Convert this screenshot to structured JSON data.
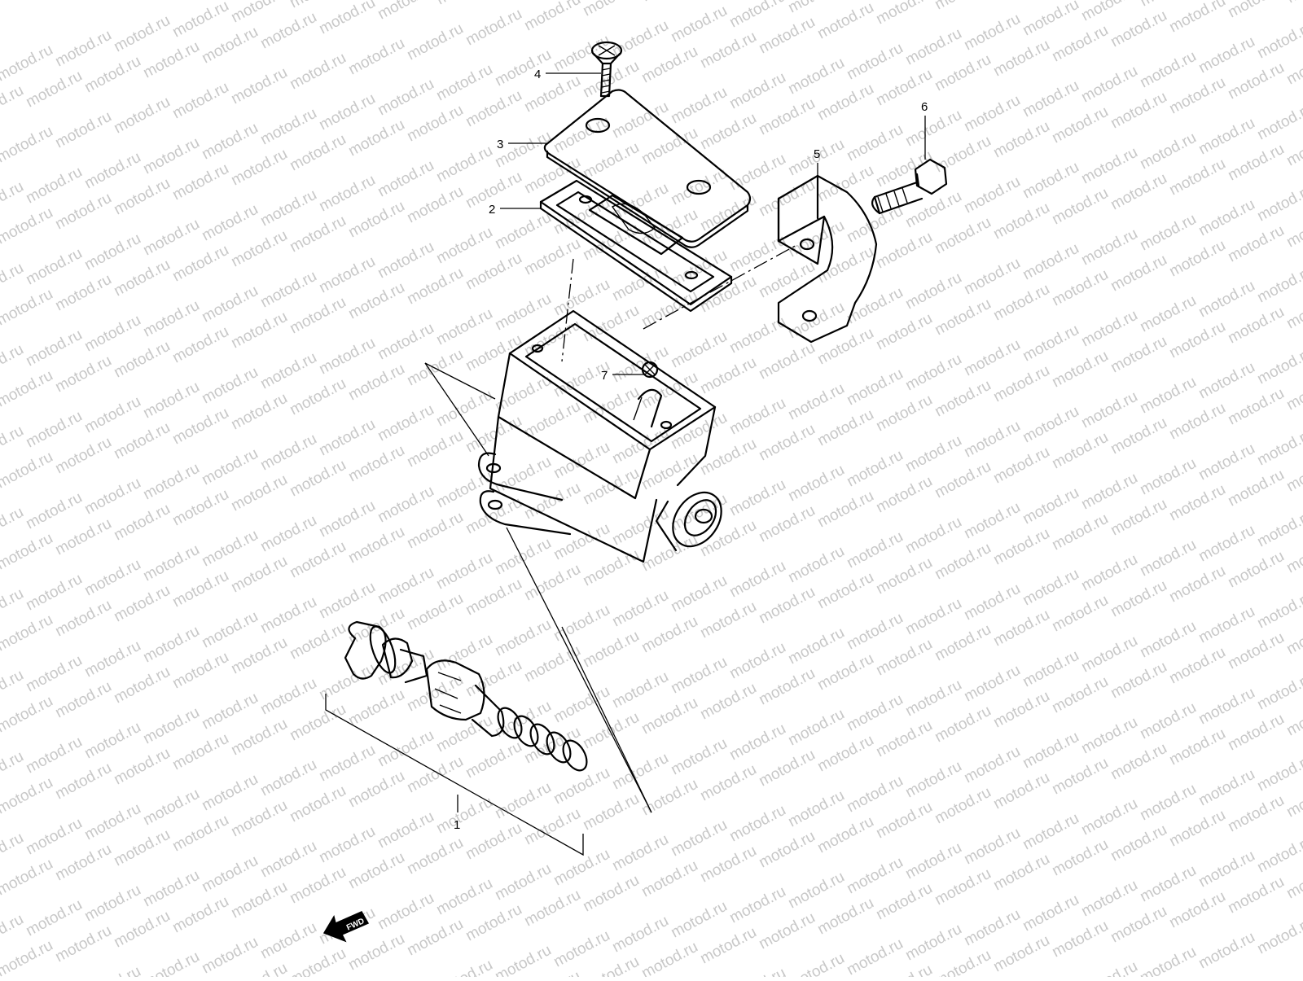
{
  "watermark": {
    "text": "motod.ru",
    "color": "#c8c8c8"
  },
  "callouts": [
    {
      "id": "1",
      "label": "1"
    },
    {
      "id": "2",
      "label": "2"
    },
    {
      "id": "3",
      "label": "3"
    },
    {
      "id": "4",
      "label": "4"
    },
    {
      "id": "5",
      "label": "5"
    },
    {
      "id": "6",
      "label": "6"
    },
    {
      "id": "7",
      "label": "7"
    }
  ],
  "direction_badge": {
    "label": "FWD",
    "icon": "forward-arrow-icon"
  }
}
